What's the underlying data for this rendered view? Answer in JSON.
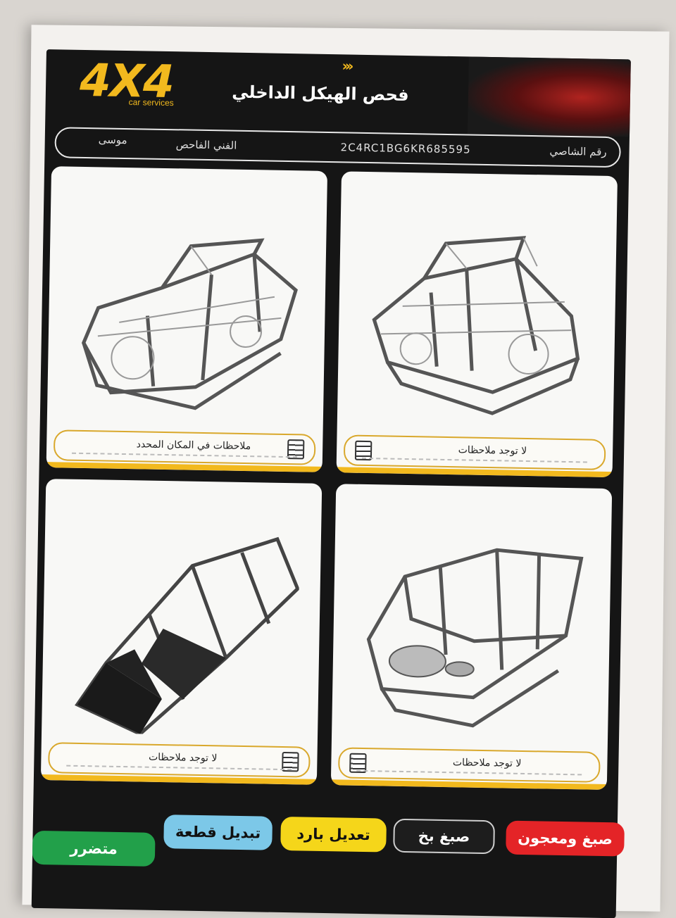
{
  "header": {
    "logo_main": "4X4",
    "logo_sub": "car services",
    "title": "فحص الهيكل الداخلي"
  },
  "info": {
    "chassis_label": "رقم الشاصي",
    "chassis_value": "2C4RC1BG6KR685595",
    "inspector_label": "الفني الفاحص",
    "inspector_value": "موسى"
  },
  "panels": [
    {
      "note": "لا توجد ملاحظات"
    },
    {
      "note": "ملاحظات في المكان المحدد"
    },
    {
      "note": "لا توجد ملاحظات"
    },
    {
      "note": "لا توجد ملاحظات"
    }
  ],
  "legend": [
    {
      "label": "صبغ ومعجون",
      "bg": "#e42427",
      "fg": "#ffffff"
    },
    {
      "label": "صبغ بخ",
      "bg": "#1d1d1d",
      "fg": "#ffffff"
    },
    {
      "label": "تعديل بارد",
      "bg": "#f5d61a",
      "fg": "#111111"
    },
    {
      "label": "تبديل قطعة",
      "bg": "#7cc8e8",
      "fg": "#111111"
    },
    {
      "label": "متضرر",
      "bg": "#22a04a",
      "fg": "#ffffff"
    }
  ],
  "colors": {
    "accent": "#f2b91e",
    "background": "#151515"
  }
}
